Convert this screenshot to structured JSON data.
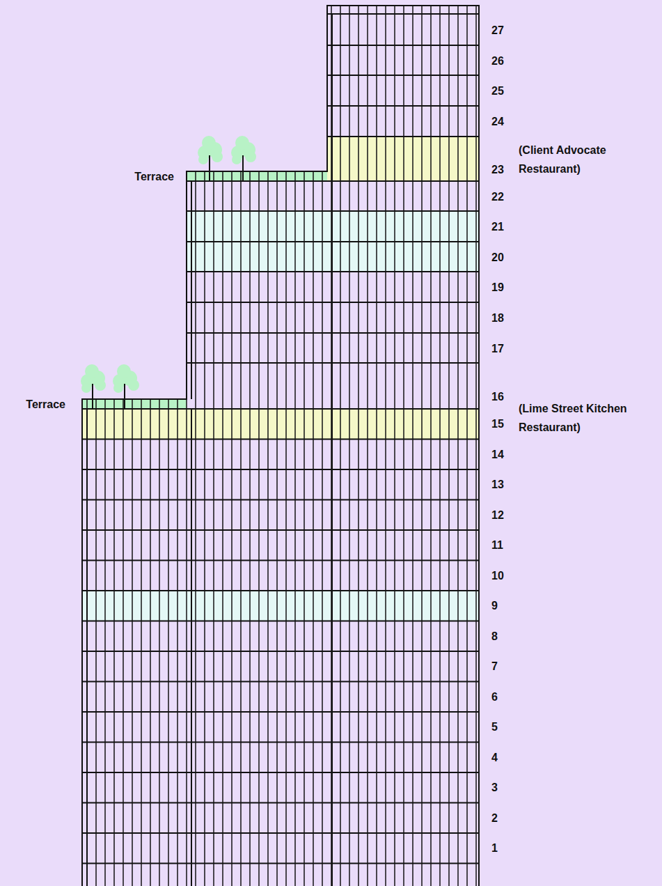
{
  "diagram": {
    "labels": [
      "27",
      "26",
      "25",
      "24",
      "(Client Advocate Restaurant)",
      "Terrace",
      "23",
      "22",
      "21",
      "20",
      "19",
      "18",
      "17",
      "16",
      "(Lime Street Kitchen Restaurant)",
      "Terrace",
      "15",
      "14",
      "13",
      "12",
      "11",
      "10",
      "9",
      "8",
      "7",
      "6",
      "5",
      "4",
      "3",
      "2",
      "1"
    ]
  }
}
